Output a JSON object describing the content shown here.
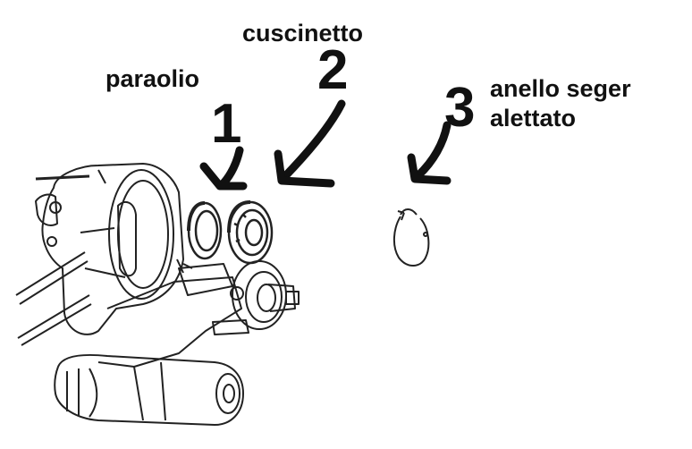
{
  "callouts": [
    {
      "number": "1",
      "label": "paraolio"
    },
    {
      "number": "2",
      "label": "cuscinetto"
    },
    {
      "number": "3",
      "label_line1": "anello seger",
      "label_line2": "alettato"
    }
  ],
  "colors": {
    "ink": "#111111",
    "drawing": "#222222",
    "background": "#ffffff"
  }
}
